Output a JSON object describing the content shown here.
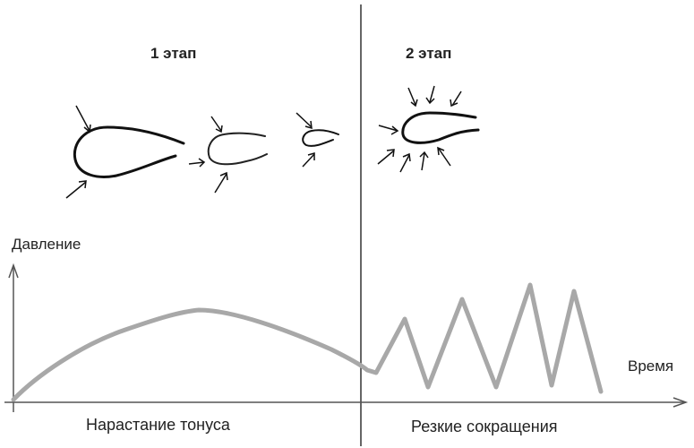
{
  "stages": {
    "stage1": "1 этап",
    "stage2": "2 этап"
  },
  "axes": {
    "y_label": "Давление",
    "x_label": "Время"
  },
  "phases": {
    "phase1": "Нарастание тонуса",
    "phase2": "Резкие сокращения"
  },
  "colors": {
    "ink": "#222222",
    "curve": "#a8a8a8",
    "axis": "#555555"
  }
}
